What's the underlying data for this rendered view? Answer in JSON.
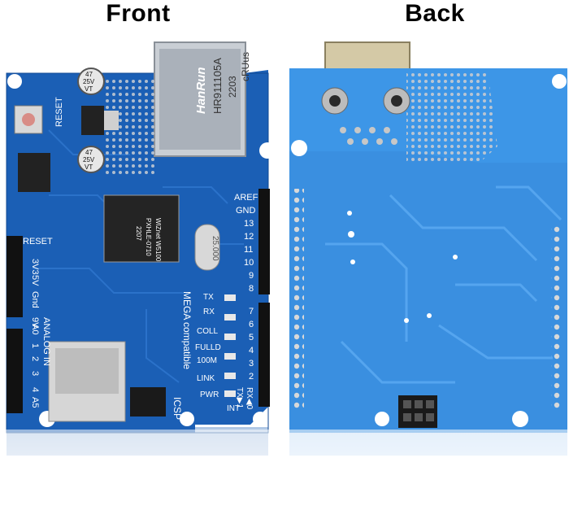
{
  "headings": {
    "front": "Front",
    "back": "Back"
  },
  "front": {
    "jack_text": [
      "HanRun",
      "HR911105A",
      "2203"
    ],
    "jack_mark": "cRUus",
    "capacitor_1": [
      "47",
      "25V",
      "VT"
    ],
    "capacitor_2": [
      "47",
      "25V",
      "VT"
    ],
    "reset_label": "RESET",
    "chip_text": [
      "WIZnet W5100",
      "PXHLE-0710",
      "2207"
    ],
    "crystal_text": "25.000",
    "left_header": [
      "RESET",
      "3V3",
      "5V",
      "Gnd",
      "9V"
    ],
    "analog_label": "ANALOG IN",
    "analog_pins": [
      "A0",
      "1",
      "2",
      "3",
      "4",
      "A5"
    ],
    "right_header_top": [
      "AREF",
      "GND",
      "13",
      "12",
      "11",
      "10",
      "9",
      "8"
    ],
    "right_header_bottom": [
      "7",
      "6",
      "5",
      "4",
      "3",
      "2",
      "TX▶1",
      "RX◀0"
    ],
    "leds": [
      "TX",
      "RX",
      "COLL",
      "FULLD",
      "100M",
      "LINK",
      "PWR"
    ],
    "mega_label": "MEGA compatible",
    "icsp_label": "ICSP",
    "int_label": "INT",
    "colors": {
      "pcb": "#1b5fb5",
      "pcb_dark": "#124a93",
      "silkscreen": "#ffffff",
      "header": "#111111"
    }
  },
  "back": {
    "colors": {
      "pcb": "#3a8fe0",
      "pcb_trace": "#4aa0f0",
      "pads": "#c7c7c7"
    }
  }
}
